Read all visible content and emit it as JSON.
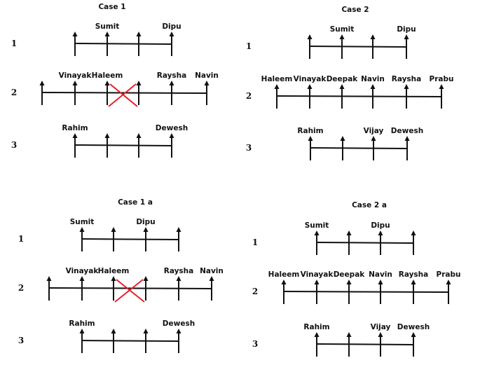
{
  "cases": [
    {
      "title": "Case 1",
      "rows": [
        {
          "number": "1",
          "labels": [
            "",
            "Sumit",
            "",
            "Dipu"
          ],
          "crossed_segment": null
        },
        {
          "number": "2",
          "labels": [
            "",
            "Vinayak",
            "Haleem",
            "",
            "Raysha",
            "Navin"
          ],
          "crossed_segment": 2
        },
        {
          "number": "3",
          "labels": [
            "Rahim",
            "",
            "",
            "Dewesh"
          ],
          "crossed_segment": null
        }
      ]
    },
    {
      "title": "Case 2",
      "rows": [
        {
          "number": "1",
          "labels": [
            "",
            "Sumit",
            "",
            "Dipu"
          ],
          "crossed_segment": null
        },
        {
          "number": "2",
          "labels": [
            "Haleem",
            "Vinayak",
            "Deepak",
            "Navin",
            "Raysha",
            "Prabu"
          ],
          "crossed_segment": null
        },
        {
          "number": "3",
          "labels": [
            "Rahim",
            "",
            "Vijay",
            "Dewesh"
          ],
          "crossed_segment": null
        }
      ]
    },
    {
      "title": "Case 1 a",
      "rows": [
        {
          "number": "1",
          "labels": [
            "Sumit",
            "",
            "Dipu",
            ""
          ],
          "crossed_segment": null
        },
        {
          "number": "2",
          "labels": [
            "",
            "Vinayak",
            "Haleem",
            "",
            "Raysha",
            "Navin"
          ],
          "crossed_segment": 2
        },
        {
          "number": "3",
          "labels": [
            "Rahim",
            "",
            "",
            "Dewesh"
          ],
          "crossed_segment": null
        }
      ]
    },
    {
      "title": "Case 2 a",
      "rows": [
        {
          "number": "1",
          "labels": [
            "Sumit",
            "",
            "Dipu",
            ""
          ],
          "crossed_segment": null
        },
        {
          "number": "2",
          "labels": [
            "Haleem",
            "Vinayak",
            "Deepak",
            "Navin",
            "Raysha",
            "Prabu"
          ],
          "crossed_segment": null
        },
        {
          "number": "3",
          "labels": [
            "Rahim",
            "",
            "Vijay",
            "Dewesh"
          ],
          "crossed_segment": null
        }
      ]
    }
  ],
  "colors": {
    "line": "#111111",
    "cross": "#e8202a"
  }
}
